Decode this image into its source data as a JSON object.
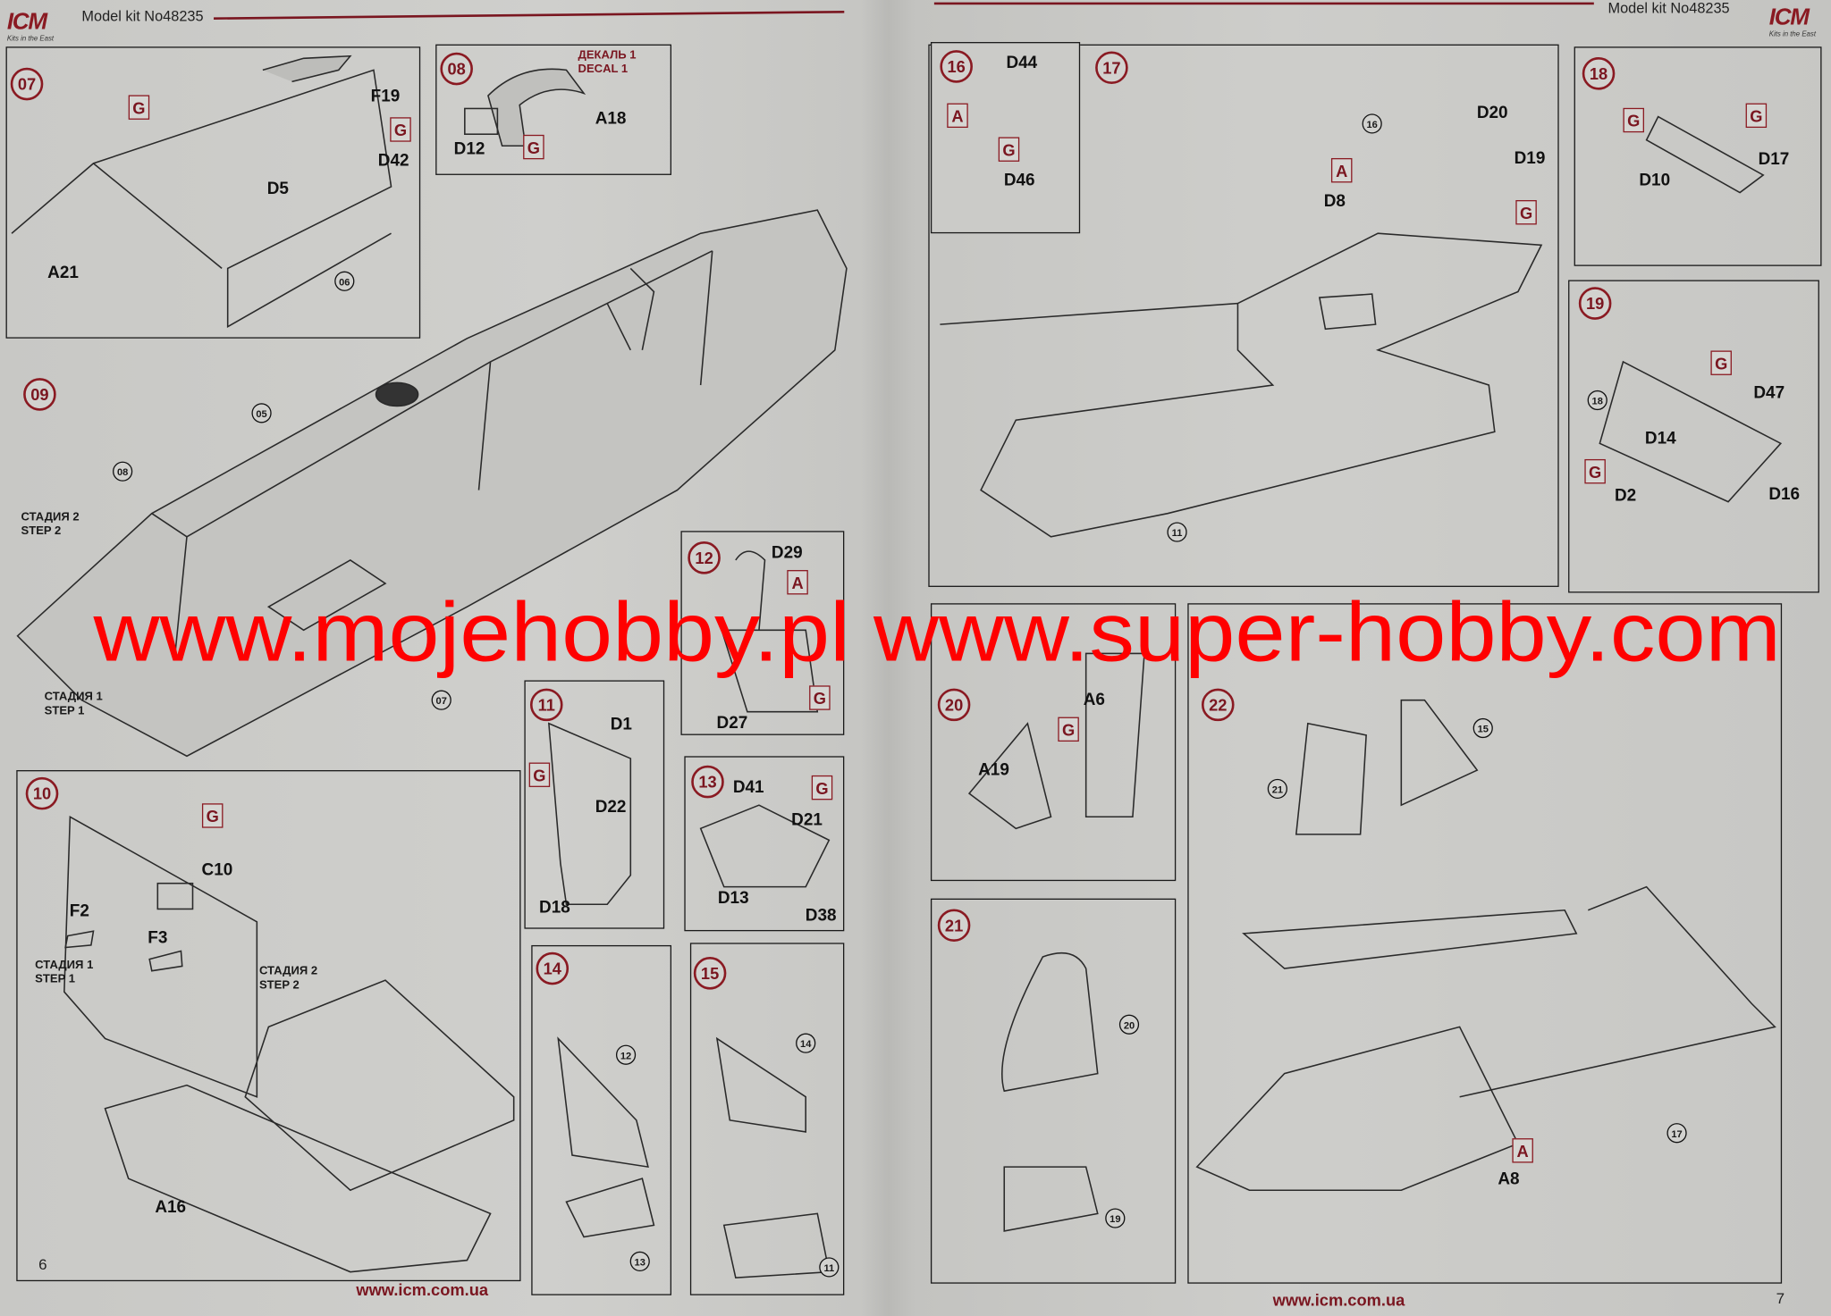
{
  "header": {
    "brand": "ICM",
    "brand_tagline": "Kits in the East",
    "model_kit_left": "Model kit No48235",
    "model_kit_right": "Model kit No48235"
  },
  "footer": {
    "url_left": "www.icm.com.ua",
    "url_right": "www.icm.com.ua",
    "page_left": "6",
    "page_right": "7"
  },
  "watermark": {
    "left": "www.mojehobby.pl",
    "right": "www.super-hobby.com",
    "color": "#ff0000"
  },
  "colors": {
    "accent": "#8a1a22",
    "paper": "#cbcbc8",
    "line": "#1a1a1a"
  },
  "steps": [
    {
      "number": "07",
      "labels": [
        {
          "text": "F19",
          "kind": "part"
        },
        {
          "text": "G",
          "kind": "letter"
        },
        {
          "text": "G",
          "kind": "letter"
        },
        {
          "text": "D42",
          "kind": "part"
        },
        {
          "text": "D5",
          "kind": "part"
        },
        {
          "text": "A21",
          "kind": "part"
        },
        {
          "text": "06",
          "kind": "ref"
        }
      ]
    },
    {
      "number": "08",
      "labels": [
        {
          "text": "ДЕКАЛЬ 1\nDECAL 1",
          "kind": "decal"
        },
        {
          "text": "A18",
          "kind": "part"
        },
        {
          "text": "D12",
          "kind": "part"
        },
        {
          "text": "G",
          "kind": "letter"
        }
      ]
    },
    {
      "number": "09",
      "labels": [
        {
          "text": "05",
          "kind": "ref"
        },
        {
          "text": "08",
          "kind": "ref"
        },
        {
          "text": "СТАДИЯ 2\nSTEP 2",
          "kind": "stage"
        },
        {
          "text": "СТАДИЯ 1\nSTEP 1",
          "kind": "stage"
        },
        {
          "text": "07",
          "kind": "ref"
        }
      ]
    },
    {
      "number": "10",
      "labels": [
        {
          "text": "G",
          "kind": "letter"
        },
        {
          "text": "C10",
          "kind": "part"
        },
        {
          "text": "F2",
          "kind": "part"
        },
        {
          "text": "F3",
          "kind": "part"
        },
        {
          "text": "СТАДИЯ 1\nSTEP 1",
          "kind": "stage"
        },
        {
          "text": "СТАДИЯ 2\nSTEP 2",
          "kind": "stage"
        },
        {
          "text": "A16",
          "kind": "part"
        }
      ]
    },
    {
      "number": "11",
      "labels": [
        {
          "text": "D1",
          "kind": "part"
        },
        {
          "text": "G",
          "kind": "letter"
        },
        {
          "text": "D22",
          "kind": "part"
        },
        {
          "text": "D18",
          "kind": "part"
        }
      ]
    },
    {
      "number": "12",
      "labels": [
        {
          "text": "D29",
          "kind": "part"
        },
        {
          "text": "A",
          "kind": "letter"
        },
        {
          "text": "G",
          "kind": "letter"
        },
        {
          "text": "D27",
          "kind": "part"
        }
      ]
    },
    {
      "number": "13",
      "labels": [
        {
          "text": "D41",
          "kind": "part"
        },
        {
          "text": "G",
          "kind": "letter"
        },
        {
          "text": "D21",
          "kind": "part"
        },
        {
          "text": "D13",
          "kind": "part"
        },
        {
          "text": "D38",
          "kind": "part"
        }
      ]
    },
    {
      "number": "14",
      "labels": [
        {
          "text": "12",
          "kind": "ref"
        },
        {
          "text": "13",
          "kind": "ref"
        }
      ]
    },
    {
      "number": "15",
      "labels": [
        {
          "text": "14",
          "kind": "ref"
        },
        {
          "text": "11",
          "kind": "ref"
        }
      ]
    },
    {
      "number": "16",
      "labels": [
        {
          "text": "D44",
          "kind": "part"
        },
        {
          "text": "A",
          "kind": "letter"
        },
        {
          "text": "G",
          "kind": "letter"
        },
        {
          "text": "D46",
          "kind": "part"
        }
      ]
    },
    {
      "number": "17",
      "labels": [
        {
          "text": "16",
          "kind": "ref"
        },
        {
          "text": "D20",
          "kind": "part"
        },
        {
          "text": "A",
          "kind": "letter"
        },
        {
          "text": "D19",
          "kind": "part"
        },
        {
          "text": "D8",
          "kind": "part"
        },
        {
          "text": "G",
          "kind": "letter"
        },
        {
          "text": "11",
          "kind": "ref"
        }
      ]
    },
    {
      "number": "18",
      "labels": [
        {
          "text": "G",
          "kind": "letter"
        },
        {
          "text": "G",
          "kind": "letter"
        },
        {
          "text": "D10",
          "kind": "part"
        },
        {
          "text": "D17",
          "kind": "part"
        }
      ]
    },
    {
      "number": "19",
      "labels": [
        {
          "text": "G",
          "kind": "letter"
        },
        {
          "text": "D47",
          "kind": "part"
        },
        {
          "text": "18",
          "kind": "ref"
        },
        {
          "text": "D14",
          "kind": "part"
        },
        {
          "text": "G",
          "kind": "letter"
        },
        {
          "text": "D2",
          "kind": "part"
        },
        {
          "text": "D16",
          "kind": "part"
        }
      ]
    },
    {
      "number": "20",
      "labels": [
        {
          "text": "A6",
          "kind": "part"
        },
        {
          "text": "G",
          "kind": "letter"
        },
        {
          "text": "A19",
          "kind": "part"
        }
      ]
    },
    {
      "number": "21",
      "labels": [
        {
          "text": "20",
          "kind": "ref"
        },
        {
          "text": "19",
          "kind": "ref"
        }
      ]
    },
    {
      "number": "22",
      "labels": [
        {
          "text": "15",
          "kind": "ref"
        },
        {
          "text": "21",
          "kind": "ref"
        },
        {
          "text": "A",
          "kind": "letter"
        },
        {
          "text": "A8",
          "kind": "part"
        },
        {
          "text": "17",
          "kind": "ref"
        }
      ]
    }
  ]
}
